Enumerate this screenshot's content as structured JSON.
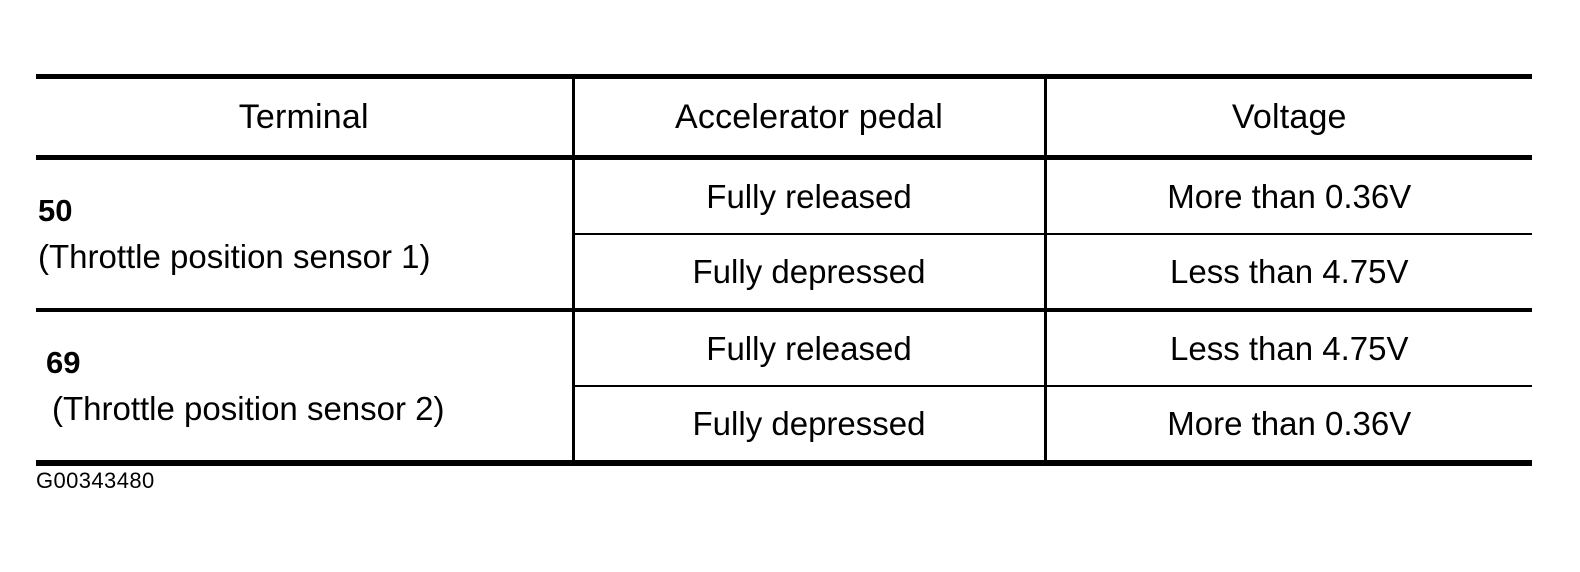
{
  "figure": {
    "caption": "G00343480",
    "table": {
      "headers": [
        "Terminal",
        "Accelerator pedal",
        "Voltage"
      ],
      "groups": [
        {
          "terminal_number": "50",
          "terminal_description": "(Throttle position sensor 1)",
          "rows": [
            {
              "pedal": "Fully released",
              "voltage": "More than 0.36V"
            },
            {
              "pedal": "Fully depressed",
              "voltage": "Less than 4.75V"
            }
          ]
        },
        {
          "terminal_number": "69",
          "terminal_description": "(Throttle position sensor 2)",
          "rows": [
            {
              "pedal": "Fully released",
              "voltage": "Less than 4.75V"
            },
            {
              "pedal": "Fully depressed",
              "voltage": "More than 0.36V"
            }
          ]
        }
      ]
    }
  },
  "colors": {
    "ink": "#000000",
    "paper": "#ffffff"
  }
}
